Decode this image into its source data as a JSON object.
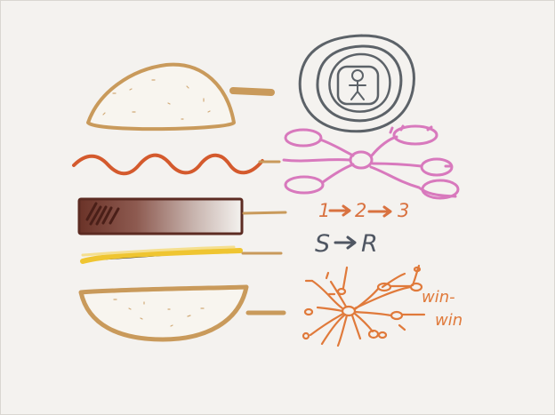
{
  "sketch": {
    "labels": {
      "sequence": [
        "1",
        "2",
        "3"
      ],
      "sender_receiver": [
        "S",
        "R"
      ],
      "win_top": "win-",
      "win_bottom": "win"
    },
    "colors": {
      "background": "#f4f2ef",
      "bun": "#c99a5b",
      "bun_fill": "#f7f4ee",
      "ketchup": "#d45a2d",
      "patty": "#5c2b22",
      "cheese": "#efc531",
      "mandala": "#5c6268",
      "mindmap": "#d879bd",
      "sequence": "#d97240",
      "sender_receiver": "#4f5662",
      "network": "#e07a3b"
    }
  }
}
